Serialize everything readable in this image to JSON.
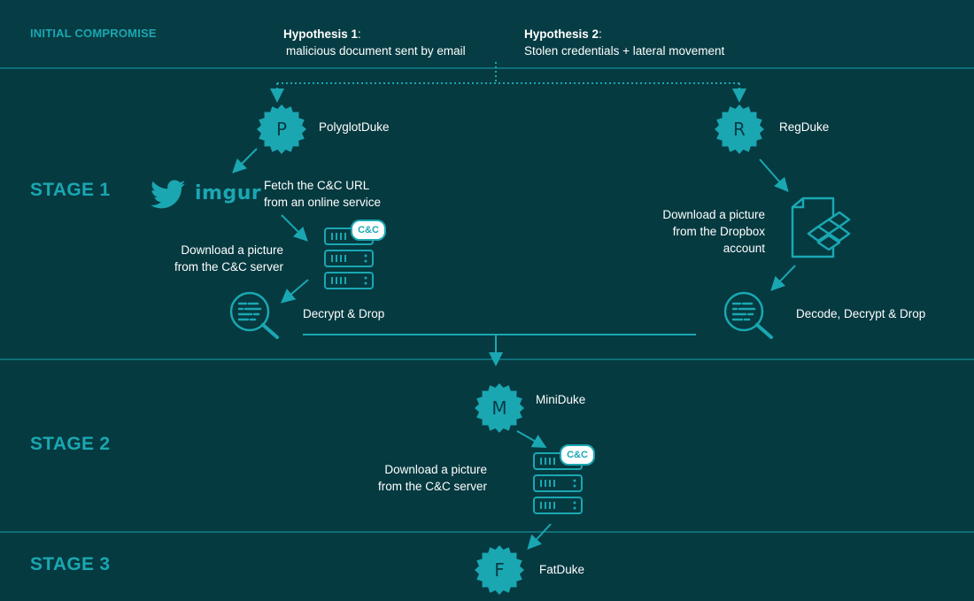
{
  "header": {
    "label": "INITIAL COMPROMISE",
    "hyp1_title": "Hypothesis 1",
    "hyp1_text": "malicious document sent by email",
    "hyp2_title": "Hypothesis 2",
    "hyp2_text": "Stolen credentials + lateral movement"
  },
  "stages": {
    "stage1": "STAGE 1",
    "stage2": "STAGE 2",
    "stage3": "STAGE 3"
  },
  "nodes": {
    "polyglot": {
      "letter": "P",
      "name": "PolyglotDuke"
    },
    "regduke": {
      "letter": "R",
      "name": "RegDuke"
    },
    "miniduke": {
      "letter": "M",
      "name": "MiniDuke"
    },
    "fatduke": {
      "letter": "F",
      "name": "FatDuke"
    }
  },
  "stage1": {
    "imgur": "imgur",
    "fetch_line1": "Fetch the C&C URL",
    "fetch_line2": "from an online service",
    "download_line1": "Download a picture",
    "download_line2": "from the C&C server",
    "cc_badge": "C&C",
    "decrypt": "Decrypt & Drop",
    "dropbox_line1": "Download a picture",
    "dropbox_line2": "from the Dropbox",
    "dropbox_line3": "account",
    "decode": "Decode, Decrypt & Drop"
  },
  "stage2": {
    "download_line1": "Download a picture",
    "download_line2": "from the C&C server",
    "cc_badge": "C&C"
  },
  "colors": {
    "background": "#053a40",
    "accent": "#1aa7b2",
    "divider": "#0f6e77",
    "text": "#ffffff"
  },
  "icons": [
    "twitter-icon",
    "server-icon",
    "magnifier-document-icon",
    "dropbox-file-icon"
  ]
}
